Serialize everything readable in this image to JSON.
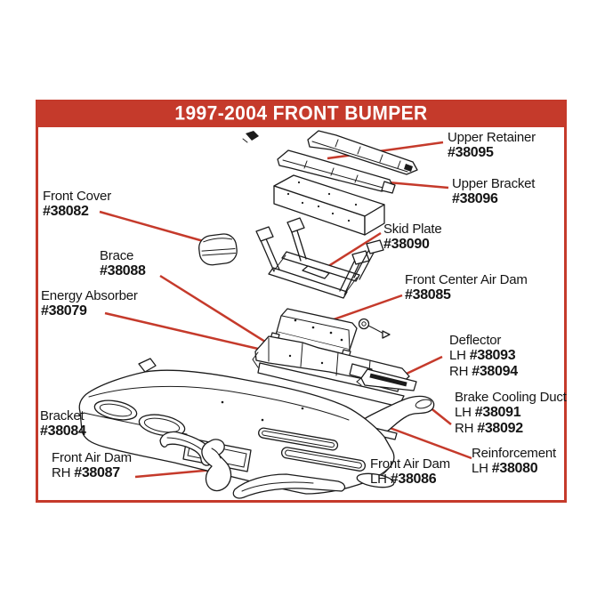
{
  "banner": {
    "title": "1997-2004 FRONT BUMPER"
  },
  "colors": {
    "accent": "#c53a2b",
    "line_art": "#1b1b1b",
    "label_text": "#141414",
    "background": "#ffffff"
  },
  "labels": {
    "upper_retainer": {
      "name": "Upper Retainer",
      "num1": "#38095"
    },
    "upper_bracket": {
      "name": "Upper Bracket",
      "num1": "#38096"
    },
    "front_cover": {
      "name": "Front Cover",
      "num1": "#38082"
    },
    "skid_plate": {
      "name": "Skid Plate",
      "num1": "#38090"
    },
    "brace": {
      "name": "Brace",
      "num1": "#38088"
    },
    "front_center_air_dam": {
      "name": "Front Center Air Dam",
      "num1": "#38085"
    },
    "energy_absorber": {
      "name": "Energy Absorber",
      "num1": "#38079"
    },
    "deflector": {
      "name": "Deflector",
      "pre1": "LH ",
      "num1": "#38093",
      "pre2": "RH ",
      "num2": "#38094"
    },
    "brake_cooling_duct": {
      "name": "Brake Cooling Duct",
      "pre1": "LH ",
      "num1": "#38091",
      "pre2": "RH ",
      "num2": "#38092"
    },
    "bracket": {
      "name": "Bracket",
      "num1": "#38084"
    },
    "front_air_dam_rh": {
      "name": "Front Air Dam",
      "pre1": "RH ",
      "num1": "#38087"
    },
    "reinforcement": {
      "name": "Reinforcement",
      "pre1": "LH ",
      "num1": "#38080"
    },
    "front_air_dam_lh": {
      "name": "Front Air Dam",
      "pre1": "LH ",
      "num1": "#38086"
    }
  }
}
